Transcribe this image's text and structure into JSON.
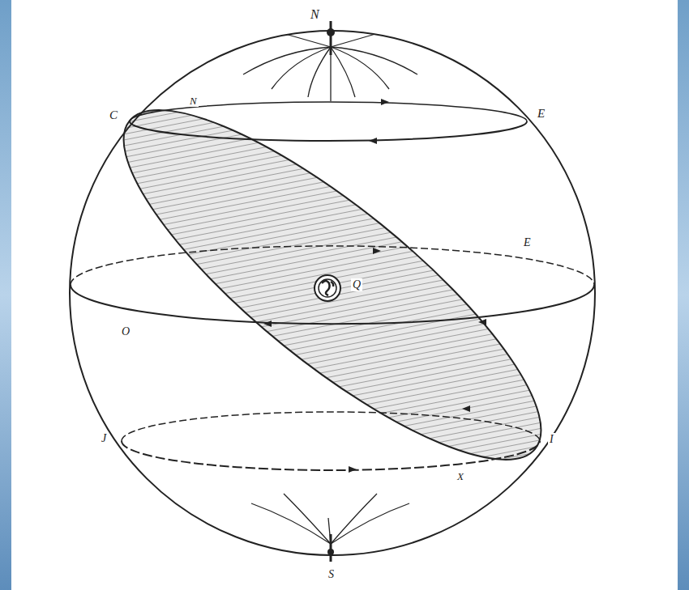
{
  "diagram": {
    "labels": [
      "N",
      "N",
      "C",
      "E",
      "E",
      "Q",
      "O",
      "J",
      "I",
      "X",
      "S"
    ]
  }
}
